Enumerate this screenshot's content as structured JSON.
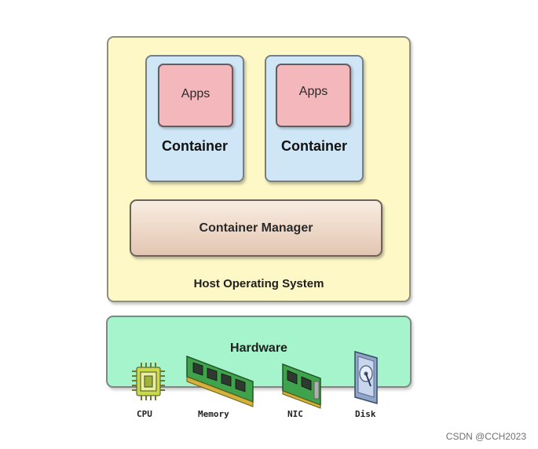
{
  "host": {
    "label": "Host Operating System"
  },
  "containers": [
    {
      "label": "Container",
      "apps_label": "Apps"
    },
    {
      "label": "Container",
      "apps_label": "Apps"
    }
  ],
  "manager": {
    "label": "Container Manager"
  },
  "hardware": {
    "label": "Hardware",
    "components": [
      {
        "label": "CPU",
        "icon": "cpu-chip-icon"
      },
      {
        "label": "Memory",
        "icon": "memory-module-icon"
      },
      {
        "label": "NIC",
        "icon": "network-card-icon"
      },
      {
        "label": "Disk",
        "icon": "disk-drive-icon"
      }
    ]
  },
  "watermark": "CSDN @CCH2023",
  "colors": {
    "host_fill": "#fdf8c6",
    "container_fill": "#cfe6f6",
    "apps_fill": "#f4b8bc",
    "manager_fill": "#ecd5c4",
    "hardware_fill": "#a5f4cc"
  }
}
